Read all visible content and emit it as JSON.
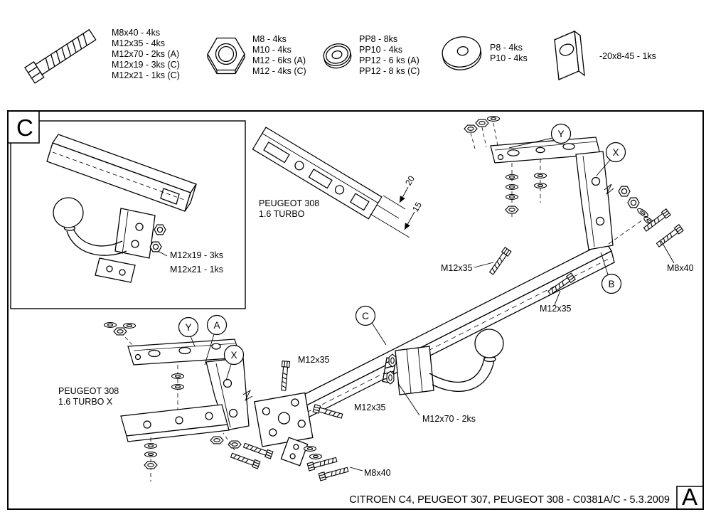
{
  "page": {
    "footer": "CITROEN C4, PEUGEOT 307, PEUGEOT 308 - C0381A/C - 5.3.2009",
    "sheet_letter_top_left": "C",
    "sheet_letter_bottom_right": "A"
  },
  "parts_list": [
    {
      "icon": "hex-bolt",
      "lines": [
        "M8x40 - 4ks",
        "M12x35 - 4ks",
        "M12x70 - 2ks (A)",
        "M12x19 - 3ks (C)",
        "M12x21 - 1ks (C)"
      ]
    },
    {
      "icon": "hex-nut",
      "lines": [
        "M8 - 4ks",
        "M10 - 4ks",
        "M12 - 6ks (A)",
        "M12 - 4ks (C)"
      ]
    },
    {
      "icon": "spring-washer",
      "lines": [
        "PP8 - 8ks",
        "PP10 - 4ks",
        "PP12 - 6 ks (A)",
        "PP12 - 8 ks (C)"
      ]
    },
    {
      "icon": "flat-washer",
      "lines": [
        "P8 - 4ks",
        "P10 - 4ks"
      ]
    },
    {
      "icon": "spacer-block",
      "lines": [
        "-20x8-45 - 1ks"
      ]
    }
  ],
  "diagram": {
    "inset_labels": [
      "M12x19 - 3ks",
      "M12x21 - 1ks"
    ],
    "bracket_top": {
      "line1": "PEUGEOT 308",
      "line2": "1.6 TURBO"
    },
    "bracket_left": {
      "line1": "PEUGEOT 308",
      "line2": "1.6 TURBO X"
    },
    "dimensions": {
      "d1": "20",
      "d2": "15"
    },
    "callouts": {
      "top_y": "Y",
      "top_x": "X",
      "b": "B",
      "c": "C",
      "left_y": "Y",
      "left_a": "A",
      "left_x": "X"
    },
    "labels": {
      "beam_bolt_upper": "M12x35",
      "beam_bolt_lower": "M12x35",
      "right_bolts": "M8x40",
      "endplate_bolt": "M12x35",
      "center_bolt": "M12x35",
      "ball_bolts": "M12x70 - 2ks",
      "bottom_bolts": "M8x40"
    }
  }
}
